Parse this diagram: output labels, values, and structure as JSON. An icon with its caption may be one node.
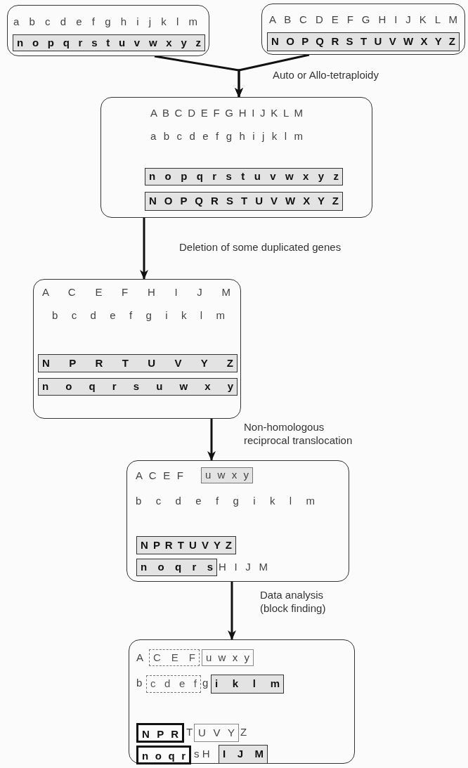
{
  "diagram": {
    "nodes": [
      {
        "text": [
          "a b c d e f g h i j k l m"
        ]
      },
      {
        "text": [
          "n o p q r s t u v w x y z"
        ],
        "in": 0
      },
      {
        "text": [
          "A B C D E F G H I J K L M"
        ]
      },
      {
        "text": [
          "N O P Q R S T U V W X Y Z"
        ],
        "in": 2
      },
      {
        "text": [
          "A B C D E F G H I J K L M",
          "a b c d e f g h i j k l m"
        ]
      },
      {
        "text": [
          "n o p q r s t u v w x y z"
        ],
        "in": 4
      },
      {
        "text": [
          "N O P Q R S T U V W X Y Z"
        ],
        "in": 4
      },
      {
        "text": [
          "A C E F H I J M",
          "b c d e f g i k l m"
        ]
      },
      {
        "text": [
          "N P R T U V Y Z"
        ],
        "in": 7
      },
      {
        "text": [
          "n o q r s u w x y"
        ],
        "in": 7
      },
      {
        "text": [
          "A C E F",
          "b c d e f g i k l m",
          "H I J M"
        ]
      },
      {
        "text": [
          "u w x y"
        ],
        "in": 10
      },
      {
        "text": [
          "N P R T U V Y Z"
        ],
        "in": 10
      },
      {
        "text": [
          "n o q r s"
        ],
        "in": 10
      },
      {
        "text": [
          "A",
          "b",
          "g",
          "T",
          "Z",
          "s H"
        ]
      },
      {
        "text": [
          "C E F"
        ],
        "in": 14
      },
      {
        "text": [
          "u w x y"
        ],
        "in": 14
      },
      {
        "text": [
          "c d e f"
        ],
        "in": 14
      },
      {
        "text": [
          "i k l m"
        ],
        "in": 14
      },
      {
        "text": [
          "N P R"
        ],
        "in": 14
      },
      {
        "text": [
          "U V Y"
        ],
        "in": 14
      },
      {
        "text": [
          "n o q r"
        ],
        "in": 14
      },
      {
        "text": [
          "I J M"
        ],
        "in": 14
      }
    ],
    "edges": [
      {
        "from": 0,
        "to": 4,
        "arrow": "to"
      },
      {
        "from": 2,
        "to": 4,
        "arrow": "to",
        "label": "Auto or Allo-tetraploidy"
      },
      {
        "from": 4,
        "to": 7,
        "arrow": "to",
        "label": "Deletion of some duplicated genes"
      },
      {
        "from": 7,
        "to": 10,
        "arrow": "to",
        "label": "Non-homologous reciprocal translocation"
      },
      {
        "from": 10,
        "to": 14,
        "arrow": "to",
        "label": "Data analysis (block finding)"
      }
    ]
  }
}
